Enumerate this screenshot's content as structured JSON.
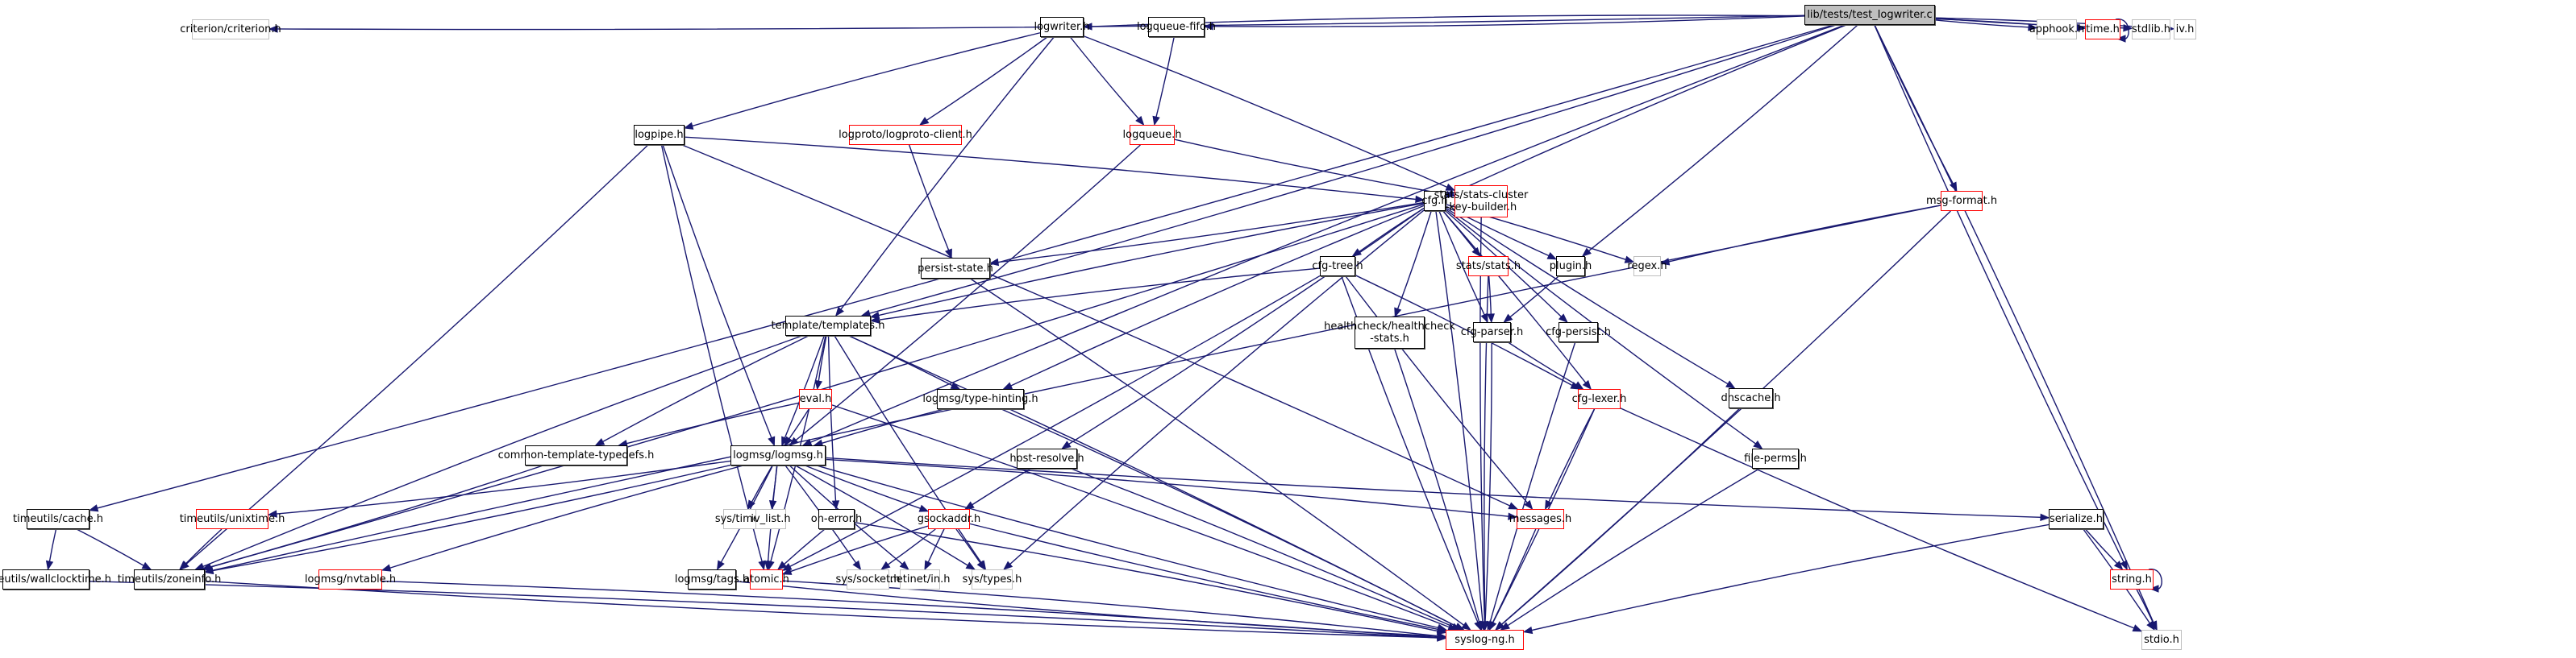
{
  "diagram": {
    "title": "lib/tests/test_logwriter.c include dependency graph",
    "colors": {
      "edge": "#191970",
      "root_fill": "#bfbfbf",
      "normal_border": "#000000",
      "truncated_border": "#ff0000",
      "external_border": "#bfbfbf"
    },
    "nodes": [
      {
        "id": "root",
        "label": "lib/tests/test_logwriter.c",
        "kind": "root"
      },
      {
        "id": "criterion",
        "label": "criterion/criterion.h",
        "kind": "external"
      },
      {
        "id": "logwriter",
        "label": "logwriter.h",
        "kind": "normal"
      },
      {
        "id": "logqueue_fifo",
        "label": "logqueue-fifo.h",
        "kind": "normal"
      },
      {
        "id": "apphook",
        "label": "apphook.h",
        "kind": "external"
      },
      {
        "id": "time",
        "label": "time.h",
        "kind": "truncated"
      },
      {
        "id": "stdlib",
        "label": "stdlib.h",
        "kind": "external"
      },
      {
        "id": "iv",
        "label": "iv.h",
        "kind": "external"
      },
      {
        "id": "logpipe",
        "label": "logpipe.h",
        "kind": "normal"
      },
      {
        "id": "logproto_client",
        "label": "logproto/logproto-client.h",
        "kind": "truncated"
      },
      {
        "id": "logqueue",
        "label": "logqueue.h",
        "kind": "truncated"
      },
      {
        "id": "cfg",
        "label": "cfg.h",
        "kind": "normal"
      },
      {
        "id": "stats_cluster_kb",
        "label": "stats/stats-cluster\n-key-builder.h",
        "kind": "truncated"
      },
      {
        "id": "msg_format",
        "label": "msg-format.h",
        "kind": "truncated"
      },
      {
        "id": "persist_state",
        "label": "persist-state.h",
        "kind": "normal"
      },
      {
        "id": "cfg_tree",
        "label": "cfg-tree.h",
        "kind": "normal"
      },
      {
        "id": "stats",
        "label": "stats/stats.h",
        "kind": "truncated"
      },
      {
        "id": "plugin",
        "label": "plugin.h",
        "kind": "normal"
      },
      {
        "id": "regex",
        "label": "regex.h",
        "kind": "external"
      },
      {
        "id": "templates",
        "label": "template/templates.h",
        "kind": "normal"
      },
      {
        "id": "healthcheck",
        "label": "healthcheck/healthcheck\n-stats.h",
        "kind": "normal"
      },
      {
        "id": "cfg_parser",
        "label": "cfg-parser.h",
        "kind": "normal"
      },
      {
        "id": "cfg_persist",
        "label": "cfg-persist.h",
        "kind": "normal"
      },
      {
        "id": "eval",
        "label": "eval.h",
        "kind": "truncated"
      },
      {
        "id": "type_hinting",
        "label": "logmsg/type-hinting.h",
        "kind": "normal"
      },
      {
        "id": "cfg_lexer",
        "label": "cfg-lexer.h",
        "kind": "truncated"
      },
      {
        "id": "dnscache",
        "label": "dnscache.h",
        "kind": "normal"
      },
      {
        "id": "common_tt",
        "label": "common-template-typedefs.h",
        "kind": "normal"
      },
      {
        "id": "logmsg",
        "label": "logmsg/logmsg.h",
        "kind": "normal"
      },
      {
        "id": "host_resolve",
        "label": "host-resolve.h",
        "kind": "normal"
      },
      {
        "id": "file_perms",
        "label": "file-perms.h",
        "kind": "normal"
      },
      {
        "id": "tu_cache",
        "label": "timeutils/cache.h",
        "kind": "normal"
      },
      {
        "id": "tu_unixtime",
        "label": "timeutils/unixtime.h",
        "kind": "truncated"
      },
      {
        "id": "sys_time",
        "label": "sys/time.h",
        "kind": "external"
      },
      {
        "id": "iv_list",
        "label": "iv_list.h",
        "kind": "external"
      },
      {
        "id": "on_error",
        "label": "on-error.h",
        "kind": "normal"
      },
      {
        "id": "gsockaddr",
        "label": "gsockaddr.h",
        "kind": "truncated"
      },
      {
        "id": "messages",
        "label": "messages.h",
        "kind": "truncated"
      },
      {
        "id": "serialize",
        "label": "serialize.h",
        "kind": "normal"
      },
      {
        "id": "string",
        "label": "string.h",
        "kind": "truncated"
      },
      {
        "id": "tu_wallclock",
        "label": "timeutils/wallclocktime.h",
        "kind": "normal"
      },
      {
        "id": "tu_zoneinfo",
        "label": "timeutils/zoneinfo.h",
        "kind": "normal"
      },
      {
        "id": "nvtable",
        "label": "logmsg/nvtable.h",
        "kind": "truncated"
      },
      {
        "id": "tags",
        "label": "logmsg/tags.h",
        "kind": "normal"
      },
      {
        "id": "atomic",
        "label": "atomic.h",
        "kind": "truncated"
      },
      {
        "id": "sys_socket",
        "label": "sys/socket.h",
        "kind": "external"
      },
      {
        "id": "netinet_in",
        "label": "netinet/in.h",
        "kind": "external"
      },
      {
        "id": "sys_types",
        "label": "sys/types.h",
        "kind": "external"
      },
      {
        "id": "syslog_ng",
        "label": "syslog-ng.h",
        "kind": "truncated"
      },
      {
        "id": "stdio",
        "label": "stdio.h",
        "kind": "external"
      }
    ],
    "edges": [
      [
        "root",
        "criterion"
      ],
      [
        "root",
        "logwriter"
      ],
      [
        "root",
        "logqueue_fifo"
      ],
      [
        "root",
        "apphook"
      ],
      [
        "root",
        "time"
      ],
      [
        "root",
        "stdlib"
      ],
      [
        "root",
        "iv"
      ],
      [
        "root",
        "cfg"
      ],
      [
        "root",
        "plugin"
      ],
      [
        "root",
        "msg_format"
      ],
      [
        "root",
        "templates"
      ],
      [
        "root",
        "logmsg"
      ],
      [
        "root",
        "tu_cache"
      ],
      [
        "root",
        "string"
      ],
      [
        "root",
        "stdio"
      ],
      [
        "time",
        "time"
      ],
      [
        "string",
        "string"
      ],
      [
        "logwriter",
        "logpipe"
      ],
      [
        "logwriter",
        "logproto_client"
      ],
      [
        "logwriter",
        "logqueue"
      ],
      [
        "logwriter",
        "stats_cluster_kb"
      ],
      [
        "logwriter",
        "templates"
      ],
      [
        "logqueue_fifo",
        "logqueue"
      ],
      [
        "logqueue",
        "stats_cluster_kb"
      ],
      [
        "logqueue",
        "logmsg"
      ],
      [
        "logproto_client",
        "persist_state"
      ],
      [
        "logpipe",
        "cfg"
      ],
      [
        "logpipe",
        "logmsg"
      ],
      [
        "logpipe",
        "messages"
      ],
      [
        "logpipe",
        "atomic"
      ],
      [
        "logpipe",
        "tu_zoneinfo"
      ],
      [
        "stats_cluster_kb",
        "syslog_ng"
      ],
      [
        "cfg",
        "persist_state"
      ],
      [
        "cfg",
        "cfg_tree"
      ],
      [
        "cfg",
        "stats"
      ],
      [
        "cfg",
        "plugin"
      ],
      [
        "cfg",
        "regex"
      ],
      [
        "cfg",
        "templates"
      ],
      [
        "cfg",
        "healthcheck"
      ],
      [
        "cfg",
        "cfg_parser"
      ],
      [
        "cfg",
        "cfg_persist"
      ],
      [
        "cfg",
        "type_hinting"
      ],
      [
        "cfg",
        "cfg_lexer"
      ],
      [
        "cfg",
        "dnscache"
      ],
      [
        "cfg",
        "host_resolve"
      ],
      [
        "cfg",
        "file_perms"
      ],
      [
        "cfg",
        "syslog_ng"
      ],
      [
        "cfg",
        "sys_types"
      ],
      [
        "cfg",
        "tu_zoneinfo"
      ],
      [
        "msg_format",
        "regex"
      ],
      [
        "msg_format",
        "syslog_ng"
      ],
      [
        "msg_format",
        "tu_zoneinfo"
      ],
      [
        "persist_state",
        "syslog_ng"
      ],
      [
        "cfg_tree",
        "templates"
      ],
      [
        "cfg_tree",
        "cfg_lexer"
      ],
      [
        "cfg_tree",
        "messages"
      ],
      [
        "cfg_tree",
        "atomic"
      ],
      [
        "cfg_tree",
        "syslog_ng"
      ],
      [
        "stats",
        "cfg_parser"
      ],
      [
        "stats",
        "syslog_ng"
      ],
      [
        "plugin",
        "cfg_parser"
      ],
      [
        "cfg_parser",
        "cfg_lexer"
      ],
      [
        "cfg_parser",
        "syslog_ng"
      ],
      [
        "cfg_persist",
        "syslog_ng"
      ],
      [
        "healthcheck",
        "syslog_ng"
      ],
      [
        "templates",
        "eval"
      ],
      [
        "templates",
        "type_hinting"
      ],
      [
        "templates",
        "common_tt"
      ],
      [
        "templates",
        "logmsg"
      ],
      [
        "templates",
        "on_error"
      ],
      [
        "templates",
        "atomic"
      ],
      [
        "templates",
        "tu_zoneinfo"
      ],
      [
        "templates",
        "syslog_ng"
      ],
      [
        "templates",
        "sys_types"
      ],
      [
        "eval",
        "logmsg"
      ],
      [
        "eval",
        "common_tt"
      ],
      [
        "eval",
        "syslog_ng"
      ],
      [
        "type_hinting",
        "logmsg"
      ],
      [
        "type_hinting",
        "syslog_ng"
      ],
      [
        "cfg_lexer",
        "messages"
      ],
      [
        "cfg_lexer",
        "syslog_ng"
      ],
      [
        "cfg_lexer",
        "stdio"
      ],
      [
        "dnscache",
        "syslog_ng"
      ],
      [
        "file_perms",
        "syslog_ng"
      ],
      [
        "common_tt",
        "tu_zoneinfo"
      ],
      [
        "logmsg",
        "sys_time"
      ],
      [
        "logmsg",
        "iv_list"
      ],
      [
        "logmsg",
        "gsockaddr"
      ],
      [
        "logmsg",
        "messages"
      ],
      [
        "logmsg",
        "serialize"
      ],
      [
        "logmsg",
        "tu_unixtime"
      ],
      [
        "logmsg",
        "nvtable"
      ],
      [
        "logmsg",
        "tags"
      ],
      [
        "logmsg",
        "atomic"
      ],
      [
        "logmsg",
        "sys_socket"
      ],
      [
        "logmsg",
        "netinet_in"
      ],
      [
        "logmsg",
        "sys_types"
      ],
      [
        "logmsg",
        "syslog_ng"
      ],
      [
        "logmsg",
        "tu_zoneinfo"
      ],
      [
        "host_resolve",
        "gsockaddr"
      ],
      [
        "host_resolve",
        "syslog_ng"
      ],
      [
        "on_error",
        "atomic"
      ],
      [
        "on_error",
        "syslog_ng"
      ],
      [
        "gsockaddr",
        "atomic"
      ],
      [
        "gsockaddr",
        "sys_socket"
      ],
      [
        "gsockaddr",
        "netinet_in"
      ],
      [
        "gsockaddr",
        "sys_types"
      ],
      [
        "gsockaddr",
        "syslog_ng"
      ],
      [
        "messages",
        "syslog_ng"
      ],
      [
        "serialize",
        "string"
      ],
      [
        "serialize",
        "stdio"
      ],
      [
        "serialize",
        "syslog_ng"
      ],
      [
        "string",
        "stdio"
      ],
      [
        "tu_cache",
        "tu_wallclock"
      ],
      [
        "tu_cache",
        "tu_zoneinfo"
      ],
      [
        "tu_unixtime",
        "tu_zoneinfo"
      ],
      [
        "tu_wallclock",
        "syslog_ng"
      ],
      [
        "tu_zoneinfo",
        "syslog_ng"
      ],
      [
        "nvtable",
        "syslog_ng"
      ],
      [
        "tags",
        "syslog_ng"
      ],
      [
        "atomic",
        "syslog_ng"
      ]
    ]
  }
}
